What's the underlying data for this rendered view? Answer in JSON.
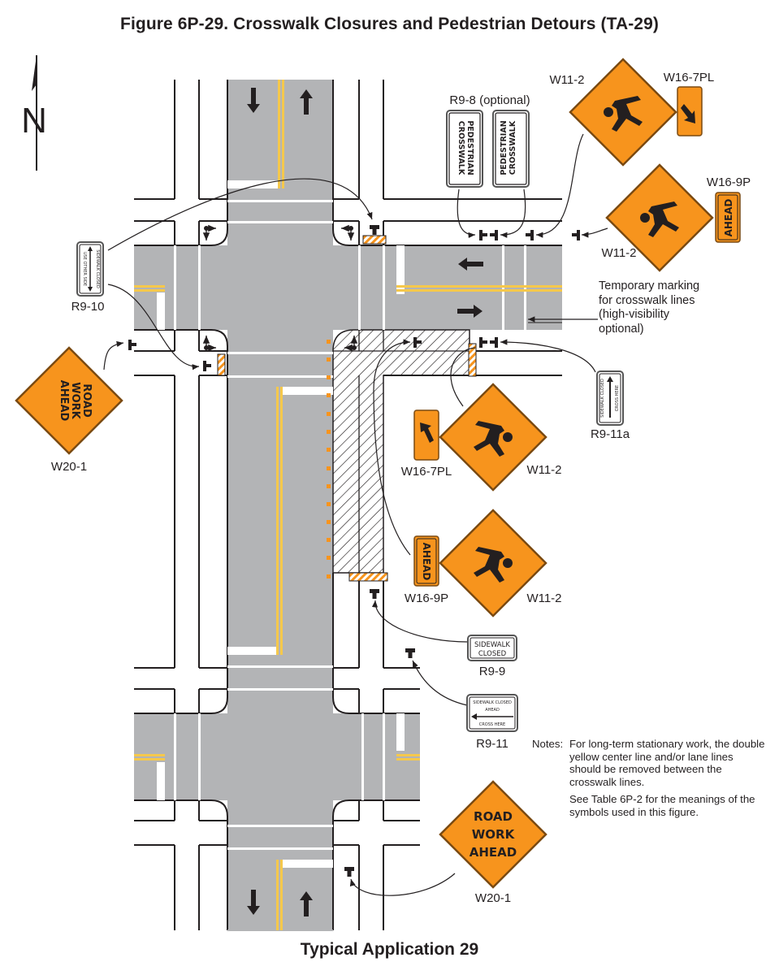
{
  "figure": {
    "title": "Figure 6P-29.  Crosswalk Closures and Pedestrian Detours (TA-29)",
    "subtitle": "Typical Application 29"
  },
  "north_arrow": {
    "label": "N",
    "icon": "north-arrow-icon"
  },
  "colors": {
    "road": "#b3b4b6",
    "sign_orange": "#f7941d",
    "sign_border": "#7a4a12",
    "yellow_line": "#f5c84c",
    "ink": "#231f20",
    "work_area_hatch": "#231f20",
    "channelizer": "#f7941d"
  },
  "signs": {
    "r9_8": {
      "code": "R9-8 (optional)",
      "line1": "PEDESTRIAN",
      "line2": "CROSSWALK"
    },
    "w11_2_top": {
      "code": "W11-2",
      "icon": "pedestrian-icon"
    },
    "w16_7pl_top": {
      "code": "W16-7PL",
      "icon": "arrow-down-right-icon"
    },
    "w16_9p_top": {
      "code": "W16-9P",
      "text": "AHEAD"
    },
    "w11_2_right": {
      "code": "W11-2",
      "icon": "pedestrian-icon"
    },
    "r9_10": {
      "code": "R9-10",
      "line1": "SIDEWALK CLOSED",
      "line2": "USE OTHER SIDE"
    },
    "w20_1_left": {
      "code": "W20-1",
      "line1": "ROAD",
      "line2": "WORK",
      "line3": "AHEAD"
    },
    "r9_11a": {
      "code": "R9-11a",
      "line1": "SIDEWALK CLOSED",
      "line2": "CROSS HERE"
    },
    "w16_7pl_mid": {
      "code": "W16-7PL",
      "icon": "arrow-up-left-icon"
    },
    "w11_2_mid": {
      "code": "W11-2",
      "icon": "pedestrian-icon"
    },
    "w16_9p_mid": {
      "code": "W16-9P",
      "text": "AHEAD"
    },
    "w11_2_low": {
      "code": "W11-2",
      "icon": "pedestrian-icon"
    },
    "r9_9": {
      "code": "R9-9",
      "line1": "SIDEWALK",
      "line2": "CLOSED"
    },
    "r9_11": {
      "code": "R9-11",
      "line1": "SIDEWALK CLOSED",
      "line2": "AHEAD",
      "line3": "CROSS HERE"
    },
    "w20_1_bottom": {
      "code": "W20-1",
      "line1": "ROAD",
      "line2": "WORK",
      "line3": "AHEAD"
    }
  },
  "annotation": {
    "temporary_marking": "Temporary marking for crosswalk lines (high-visibility optional)"
  },
  "notes": {
    "heading": "Notes:",
    "items": [
      "For long-term stationary work, the double yellow center line and/or lane lines should be removed between the crosswalk lines.",
      "See Table 6P-2 for the meanings of the symbols used in this figure."
    ]
  }
}
